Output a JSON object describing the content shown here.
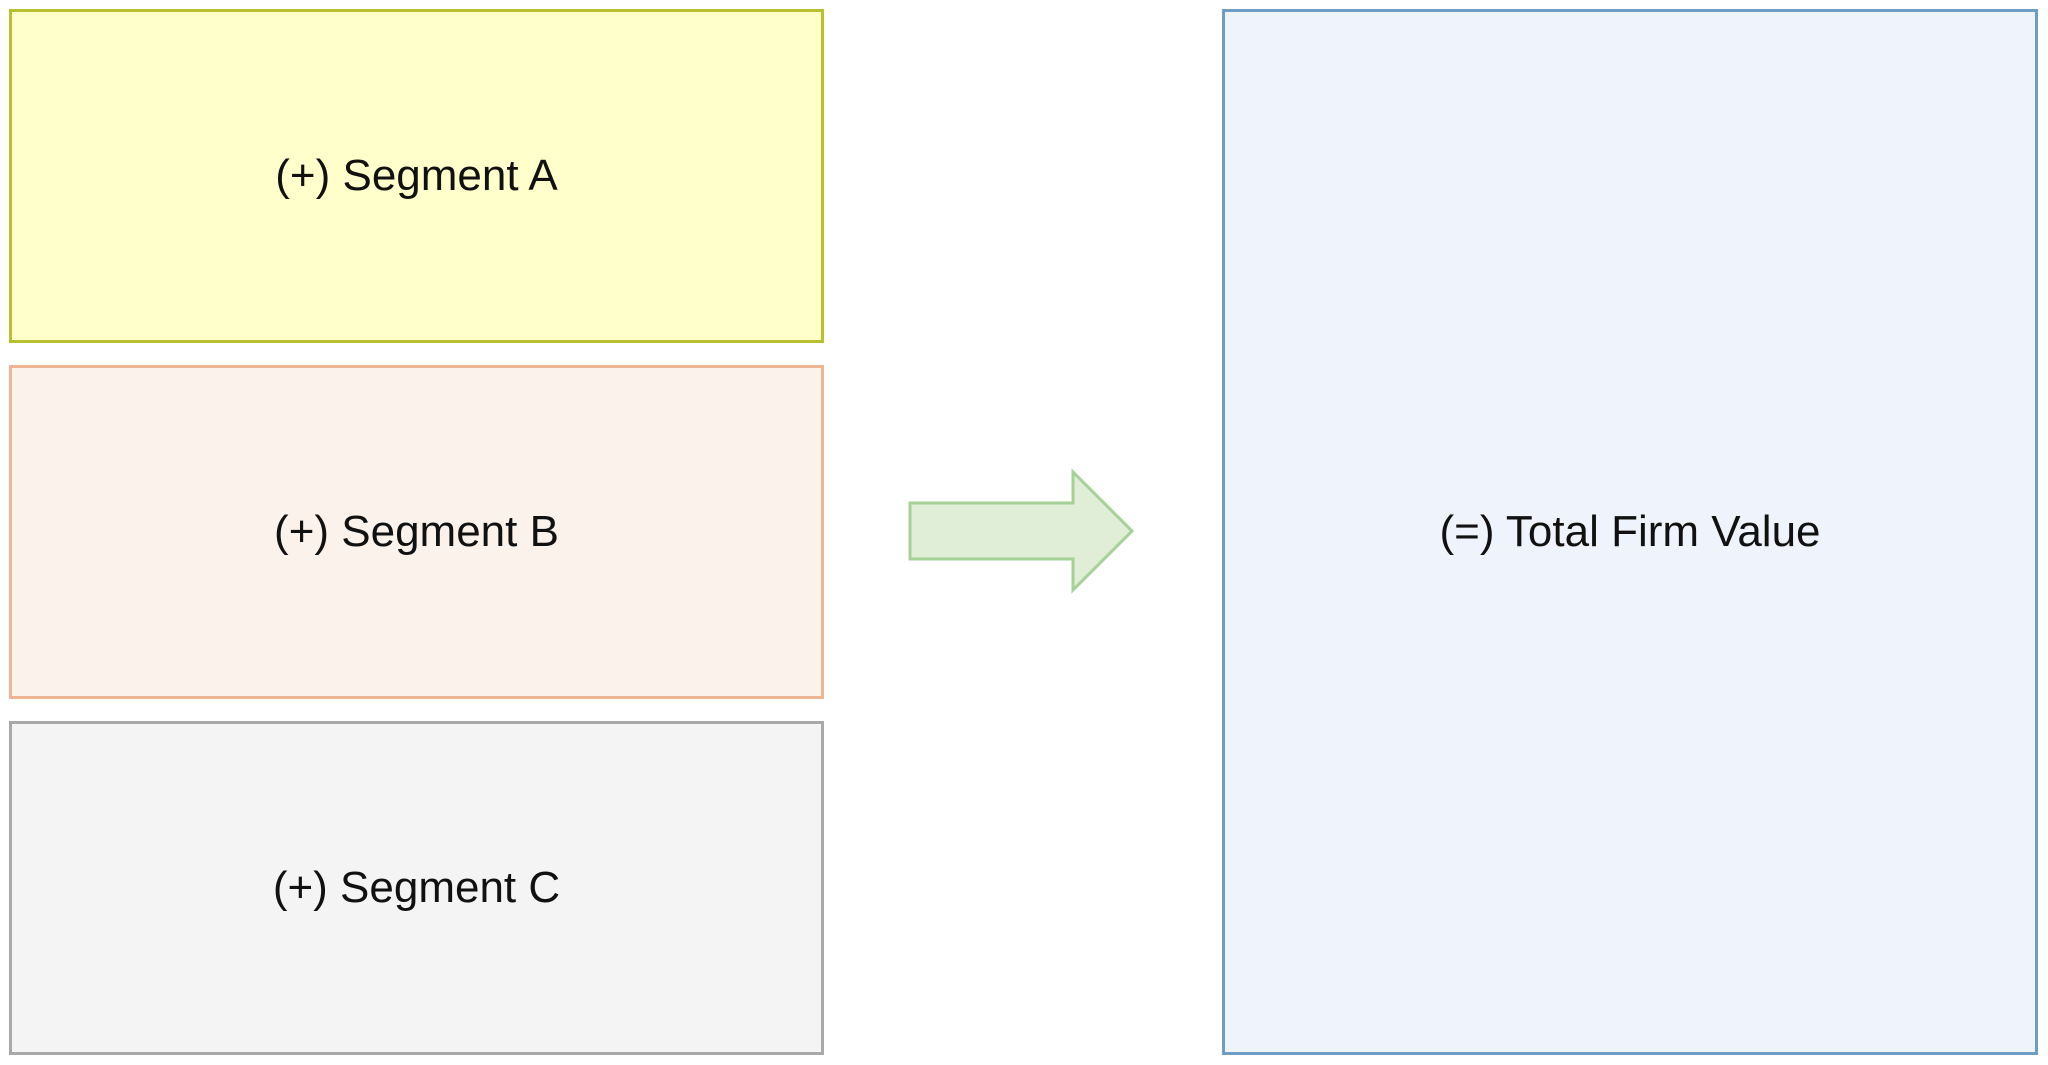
{
  "diagram": {
    "segments": [
      {
        "label": "(+) Segment A",
        "fill": "#ffffcc",
        "border": "#b9c02e"
      },
      {
        "label": "(+) Segment B",
        "fill": "#fbf2ec",
        "border": "#eeb592"
      },
      {
        "label": "(+) Segment C",
        "fill": "#f4f4f4",
        "border": "#a9a9a9"
      }
    ],
    "arrow": {
      "icon": "right-arrow-icon",
      "fill": "#e0eed8",
      "border": "#a5d197"
    },
    "total": {
      "label": "(=) Total Firm Value",
      "fill": "#eff3fb",
      "border": "#6d9ec6"
    }
  }
}
